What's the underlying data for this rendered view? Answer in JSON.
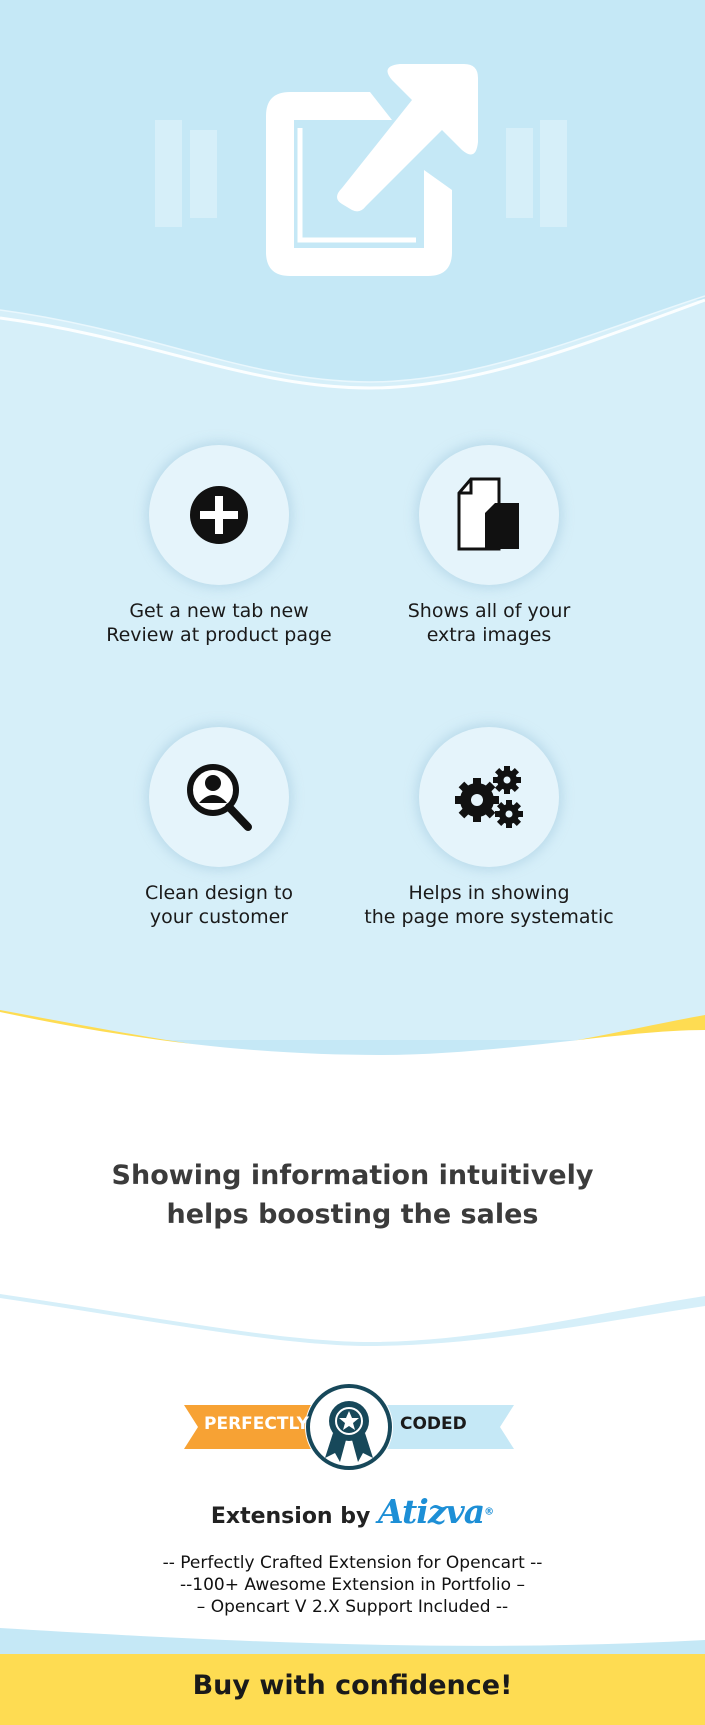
{
  "hero": {
    "icon": "external-link-icon"
  },
  "features": [
    {
      "icon": "plus-circle-icon",
      "line1": "Get a new tab new",
      "line2": "Review at product page"
    },
    {
      "icon": "files-icon",
      "line1": "Shows all of your",
      "line2": "extra images"
    },
    {
      "icon": "magnifier-user-icon",
      "line1": "Clean design to",
      "line2": "your customer"
    },
    {
      "icon": "gears-icon",
      "line1": "Helps in showing",
      "line2": "the page more systematic"
    }
  ],
  "headline": {
    "line1": "Showing information intuitively",
    "line2": "helps boosting the sales"
  },
  "badge": {
    "left_text": "PERFECTLY",
    "right_text": "CODED",
    "icon": "award-star-icon"
  },
  "extension_by": {
    "prefix": "Extension by",
    "brand": "Atizva",
    "registered": "®"
  },
  "taglines": [
    "-- Perfectly Crafted Extension for Opencart --",
    "--100+ Awesome Extension in Portfolio –",
    "– Opencart V 2.X Support Included --"
  ],
  "footer": {
    "text": "Buy with confidence!"
  },
  "colors": {
    "sky": "#c5e8f6",
    "light_sky": "#d6eff9",
    "yellow": "#fedc52",
    "orange": "#f7a234",
    "teal": "#17485a",
    "brand_blue": "#1d8fd6"
  }
}
